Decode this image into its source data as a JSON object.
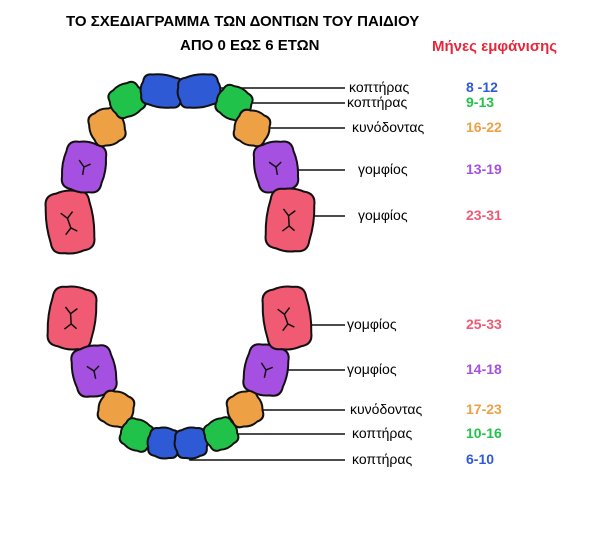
{
  "title": {
    "line1": "ΤΟ ΣΧΕΔΙΑΓΡΑΜΜΑ ΤΩΝ ΔΟΝΤΙΩΝ ΤΟΥ ΠΑΙΔΙΟΥ",
    "line2": "ΑΠΟ 0 ΕΩΣ 6 ΕΤΩΝ"
  },
  "legend_header": "Μήνες εμφάνισης",
  "colors": {
    "blue": "#2f5ad6",
    "green": "#20c24a",
    "orange": "#eea044",
    "purple": "#a550e0",
    "red": "#f05a72",
    "header_red": "#e8263b",
    "outline": "#111111"
  },
  "upper_jaw": [
    {
      "tooth": "κοπτήρας",
      "months": "8 -12",
      "color": "blue"
    },
    {
      "tooth": "κοπτήρας",
      "months": "9-13",
      "color": "green"
    },
    {
      "tooth": "κυνόδοντας",
      "months": "16-22",
      "color": "orange"
    },
    {
      "tooth": "γομφίος",
      "months": "13-19",
      "color": "purple"
    },
    {
      "tooth": "γομφίος",
      "months": "23-31",
      "color": "red"
    }
  ],
  "lower_jaw": [
    {
      "tooth": "γομφίος",
      "months": "25-33",
      "color": "red"
    },
    {
      "tooth": "γομφίος",
      "months": "14-18",
      "color": "purple"
    },
    {
      "tooth": "κυνόδοντας",
      "months": "17-23",
      "color": "orange"
    },
    {
      "tooth": "κοπτήρας",
      "months": "10-16",
      "color": "green"
    },
    {
      "tooth": "κοπτήρας",
      "months": "6-10",
      "color": "blue"
    }
  ]
}
